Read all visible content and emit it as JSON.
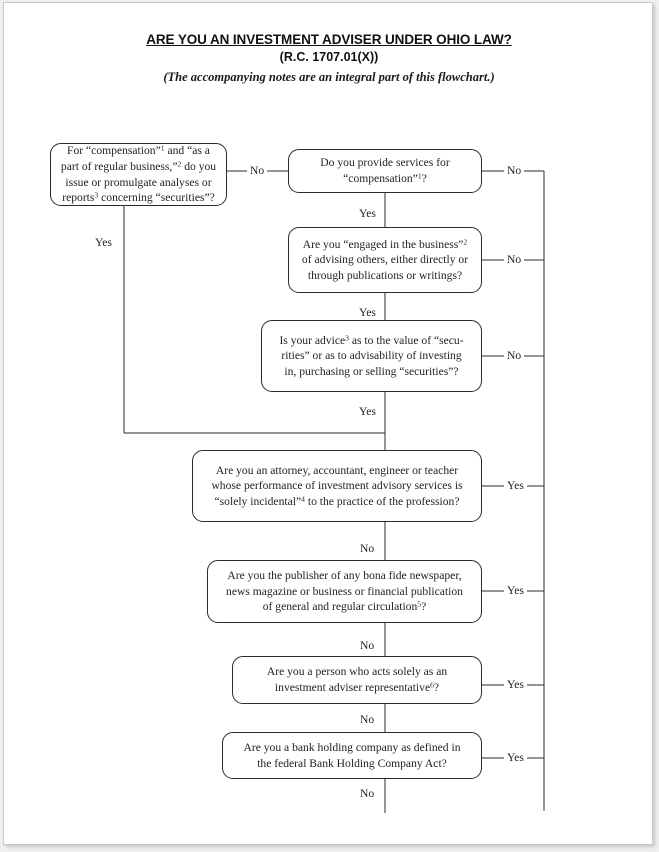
{
  "document": {
    "title_main": "ARE YOU AN INVESTMENT ADVISER UNDER OHIO LAW?",
    "title_sub": "(R.C. 1707.01(X))",
    "title_note": "(The accompanying notes are an integral part of this flowchart.)"
  },
  "nodes": {
    "left_promulgate": {
      "id": "left-promulgate",
      "line1": "For “compensation”",
      "sup1": "1",
      "line1b": " and “as a",
      "line2": "part of regular business,”",
      "sup2": "2",
      "line2b": " do you",
      "line3": "issue or promulgate analyses or",
      "line4": "reports",
      "sup3": "3",
      "line4b": " concerning “securities”?"
    },
    "q1_compensation": {
      "id": "q1-compensation",
      "line1": "Do you provide services for",
      "line2": "“compensation”",
      "sup1": "1",
      "line2b": "?"
    },
    "q2_engaged": {
      "id": "q2-engaged-in-business",
      "line1": "Are you “engaged in the business”",
      "sup1": "2",
      "line2": "of advising others, either directly or",
      "line3": "through publications or writings?"
    },
    "q3_advice": {
      "id": "q3-advice-value-securities",
      "line1": "Is your advice",
      "sup1": "3",
      "line1b": " as to the value of “secu-",
      "line2": "rities” or as to advisability of investing",
      "line3": "in, purchasing or selling “securities”?"
    },
    "q4_professional": {
      "id": "q4-attorney-accountant",
      "line1": "Are you an attorney, accountant, engineer or teacher",
      "line2": "whose performance of investment advisory services is",
      "line3": "“solely incidental”",
      "sup1": "4",
      "line3b": " to the practice of the profession?"
    },
    "q5_publisher": {
      "id": "q5-publisher",
      "line1": "Are you the publisher of any bona fide newspaper,",
      "line2": "news magazine or business or financial publication",
      "line3": "of general and regular circulation",
      "sup1": "5",
      "line3b": "?"
    },
    "q6_representative": {
      "id": "q6-adviser-representative",
      "line1": "Are you a person who acts solely as an",
      "line2": "investment adviser representative",
      "sup1": "6",
      "line2b": "?"
    },
    "q7_bank": {
      "id": "q7-bank-holding-company",
      "line1": "Are you a bank holding company as defined in",
      "line2": "the federal Bank Holding Company Act?"
    }
  },
  "edge_labels": {
    "left_to_q1_no": "No",
    "left_yes": "Yes",
    "q1_no": "No",
    "q1_yes": "Yes",
    "q2_no": "No",
    "q2_yes": "Yes",
    "q3_no": "No",
    "q3_yes": "Yes",
    "q4_yes": "Yes",
    "q4_no": "No",
    "q5_yes": "Yes",
    "q5_no": "No",
    "q6_yes": "Yes",
    "q6_no": "No",
    "q7_yes": "Yes",
    "q7_no": "No"
  },
  "colors": {
    "page_background": "#ffffff",
    "canvas_background": "#efefef",
    "node_border": "#2b2b2b",
    "line": "#2b2b2b",
    "text": "#232323"
  }
}
